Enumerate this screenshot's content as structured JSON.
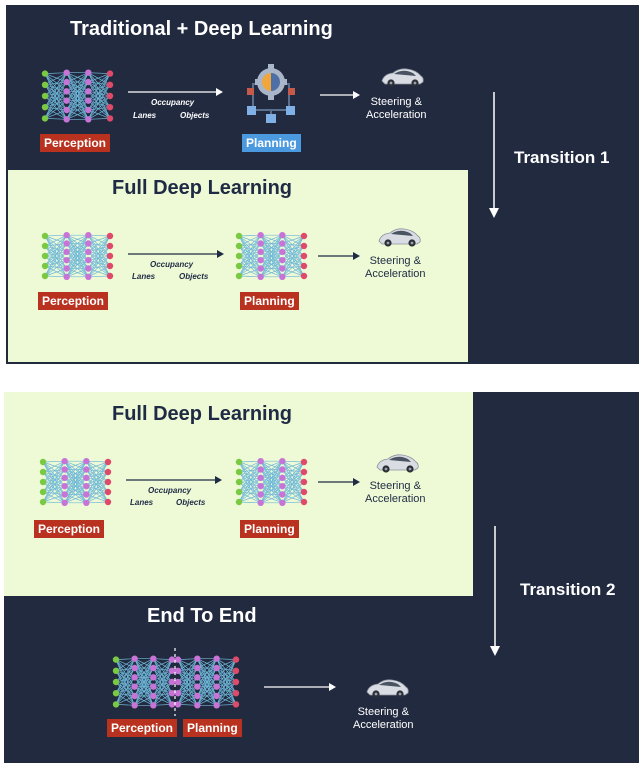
{
  "colors": {
    "navy": "#222a40",
    "light_green": "#eefad6",
    "tag_red": "#b8321f",
    "tag_blue": "#4b9ae0"
  },
  "top": {
    "section1_title": "Traditional + Deep Learning",
    "section2_title": "Full Deep Learning",
    "transition_label": "Transition 1",
    "s1": {
      "perception_label": "Perception",
      "planning_label": "Planning",
      "occupancy": "Occupancy",
      "lanes": "Lanes",
      "objects": "Objects",
      "output_line1": "Steering &",
      "output_line2": "Acceleration"
    },
    "s2": {
      "perception_label": "Perception",
      "planning_label": "Planning",
      "occupancy": "Occupancy",
      "lanes": "Lanes",
      "objects": "Objects",
      "output_line1": "Steering &",
      "output_line2": "Acceleration"
    }
  },
  "bottom": {
    "section1_title": "Full Deep Learning",
    "section2_title": "End To End",
    "transition_label": "Transition 2",
    "s1": {
      "perception_label": "Perception",
      "planning_label": "Planning",
      "occupancy": "Occupancy",
      "lanes": "Lanes",
      "objects": "Objects",
      "output_line1": "Steering &",
      "output_line2": "Acceleration"
    },
    "s2": {
      "perception_label": "Perception",
      "planning_label": "Planning",
      "output_line1": "Steering &",
      "output_line2": "Acceleration"
    }
  },
  "icons": {
    "network": "neural-network-icon",
    "planner": "gear-brain-planner-icon",
    "car": "car-icon"
  }
}
